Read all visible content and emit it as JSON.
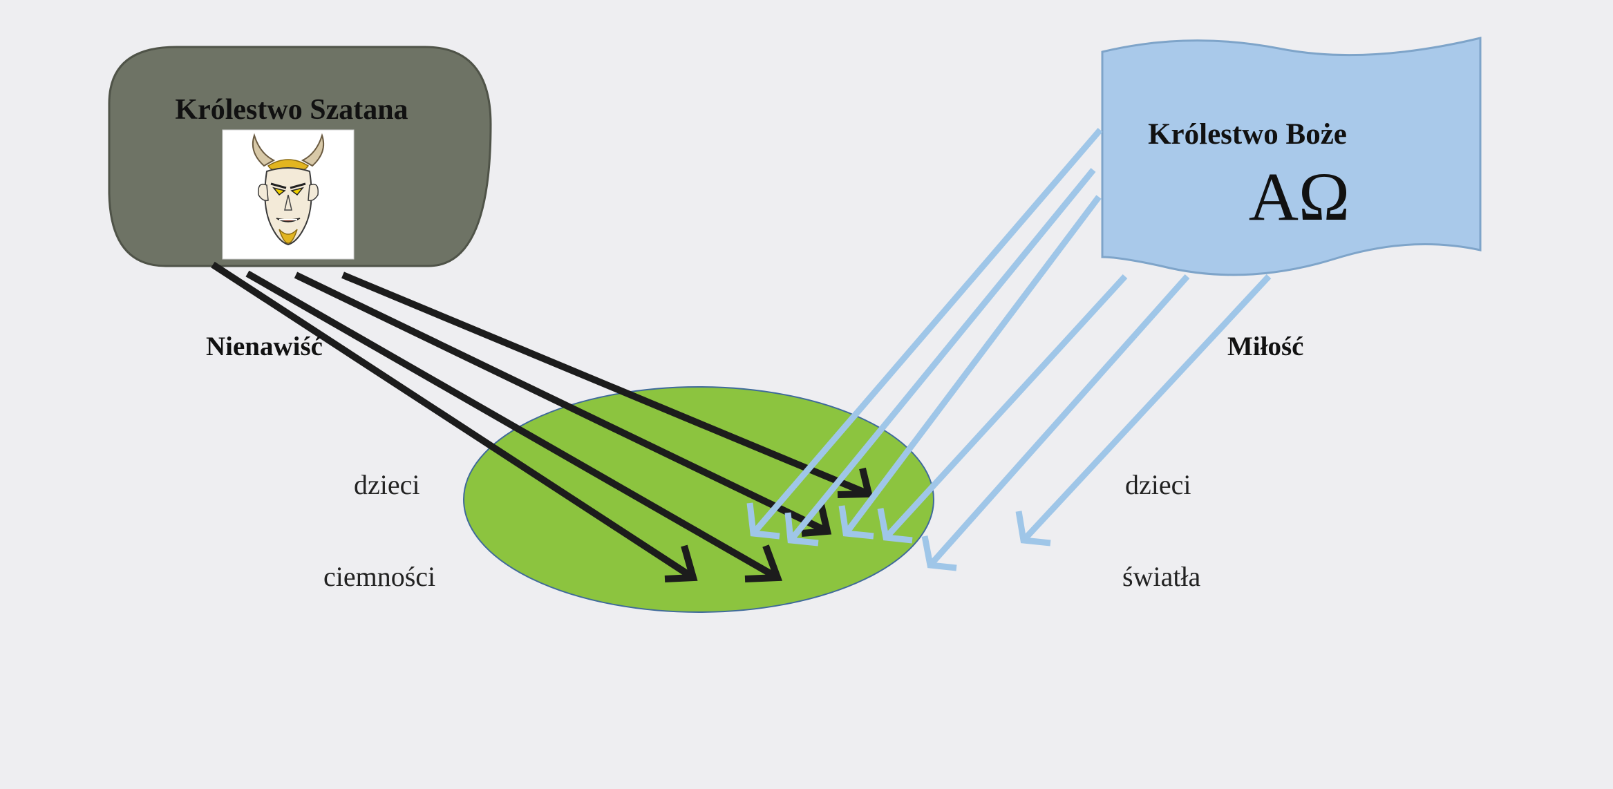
{
  "satan_kingdom": {
    "title": "Królestwo Szatana",
    "image_icon": "devil-face-icon"
  },
  "god_kingdom": {
    "title": "Królestwo Boże",
    "symbol": "AΩ"
  },
  "labels": {
    "hatred": "Nienawiść",
    "love": "Miłość",
    "dark_line1": "dzieci",
    "dark_line2": "ciemności",
    "light_line1": "dzieci",
    "light_line2": "światła"
  },
  "colors": {
    "background": "#eeeef1",
    "satan_box": "#6e7365",
    "god_banner": "#a9c9ea",
    "earth": "#8cc43f",
    "dark_arrow": "#1c1c1c",
    "light_arrow": "#9fc6e8"
  }
}
